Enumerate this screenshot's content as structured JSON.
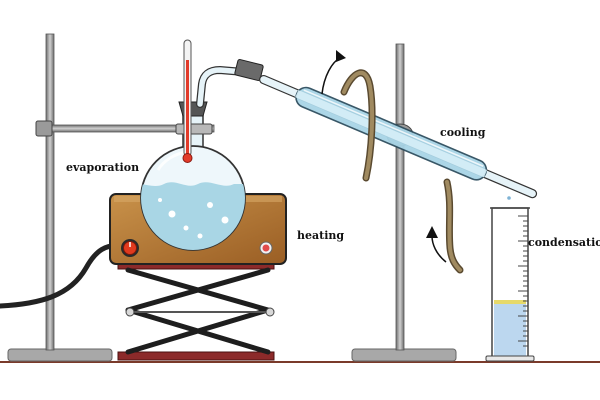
{
  "diagram": {
    "labels": {
      "evaporation": "evaporation",
      "heating": "heating",
      "cooling": "cooling",
      "condensation": "condensation"
    }
  },
  "colors": {
    "ground": "#7a3a2a",
    "stand_metal": "#8c8c8c",
    "hotplate_body": "#b5722f",
    "hotplate_panel": "#c9924a",
    "knob_red": "#e03a1e",
    "liquid": "#a9d6e5",
    "flask_glass": "#e6f3f8",
    "thermometer_red": "#e23b2a",
    "condenser_glass": "#a8d4e6",
    "hose": "#8a7656",
    "distillate_yellow": "#e6d96a",
    "distillate_blue": "#bcd7ef",
    "scissor_lift": "#1e1e1e",
    "lift_plate": "#8c2a2a"
  },
  "icons": [
    "flow-arrow-icon",
    "flow-arrow-icon",
    "power-knob-icon",
    "indicator-light-icon"
  ]
}
